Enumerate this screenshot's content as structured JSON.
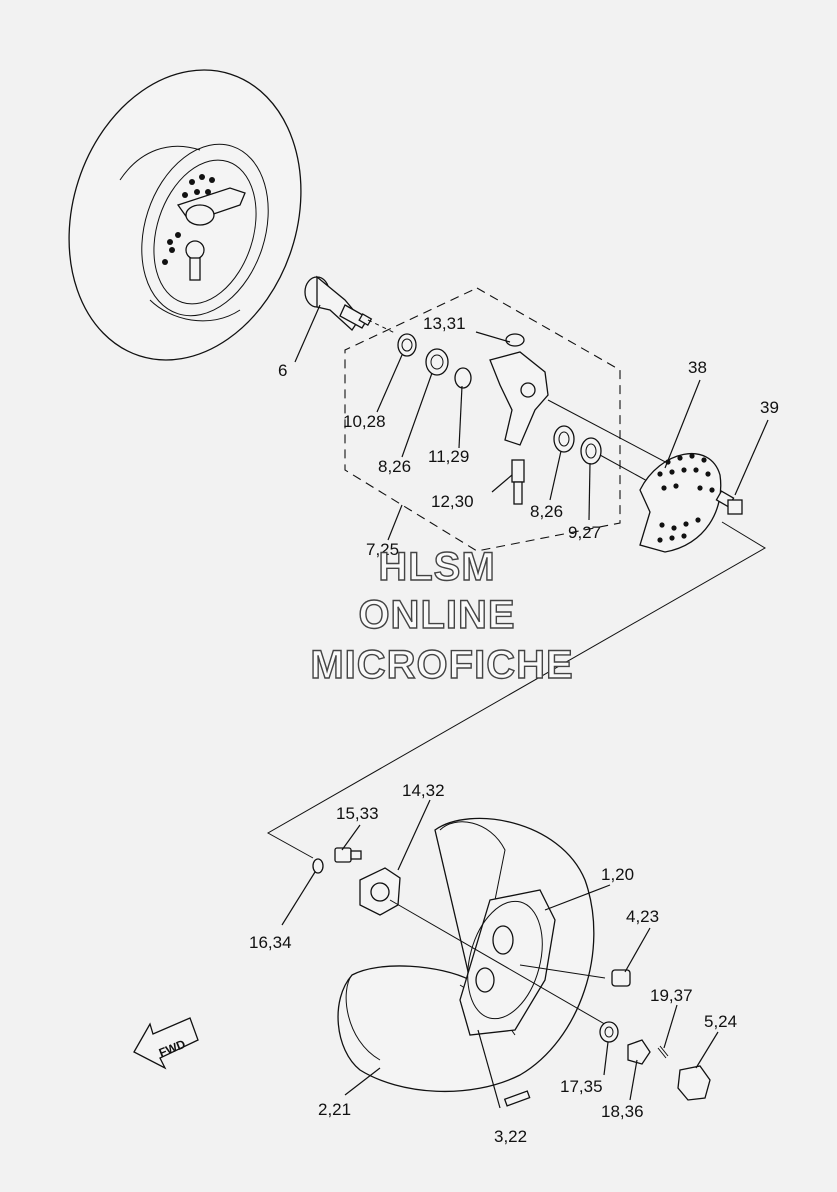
{
  "watermark": {
    "line1": "HLSM",
    "line2": "ONLINE",
    "line3": "MICROFICHE"
  },
  "fwd_label": "FWD",
  "callouts": {
    "c6": "6",
    "c13_31": "13,31",
    "c38": "38",
    "c39": "39",
    "c10_28": "10,28",
    "c11_29": "11,29",
    "c8_26_a": "8,26",
    "c12_30": "12,30",
    "c8_26_b": "8,26",
    "c9_27": "9,27",
    "c7_25": "7,25",
    "c14_32": "14,32",
    "c15_33": "15,33",
    "c16_34": "16,34",
    "c1_20": "1,20",
    "c4_23": "4,23",
    "c19_37": "19,37",
    "c5_24": "5,24",
    "c17_35": "17,35",
    "c18_36": "18,36",
    "c2_21": "2,21",
    "c3_22": "3,22"
  }
}
